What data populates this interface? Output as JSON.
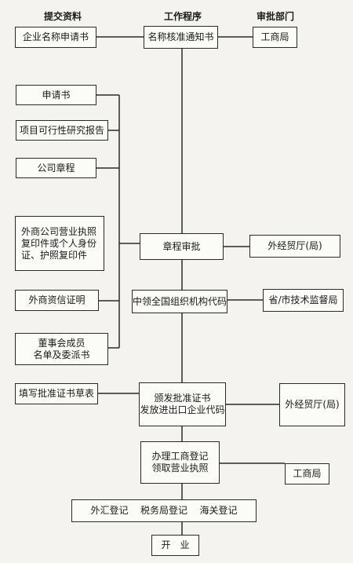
{
  "headers": {
    "submit": "提交资料",
    "procedure": "工作程序",
    "approval": "审批部门"
  },
  "left": {
    "app_form": "企业名称申请书",
    "application": "申请书",
    "feasibility": "项目可行性研究报告",
    "charter": "公司章程",
    "license": [
      "外商公司营业执照",
      "复印件或个人身份",
      "证、护照复印件"
    ],
    "credit": "外商资信证明",
    "board": [
      "董事会成员",
      "名单及委派书"
    ],
    "cert_form": "填写批准证书草表"
  },
  "center": {
    "name_notice": "名称核准通知书",
    "charter_review": "章程审批",
    "org_code": "中领全国组织机构代码",
    "cert": [
      "颁发批准证书",
      "发放进出口企业代码"
    ],
    "registration": [
      "办理工商登记",
      "领取营业执照"
    ],
    "registrations": [
      "外汇登记",
      "税务局登记",
      "海关登记"
    ],
    "open": "开　业"
  },
  "right": {
    "icb1": "工商局",
    "trade1": "外经贸厅(局)",
    "tech": "省/市技术监督局",
    "trade2": "外经贸厅(局)",
    "icb2": "工商局"
  }
}
